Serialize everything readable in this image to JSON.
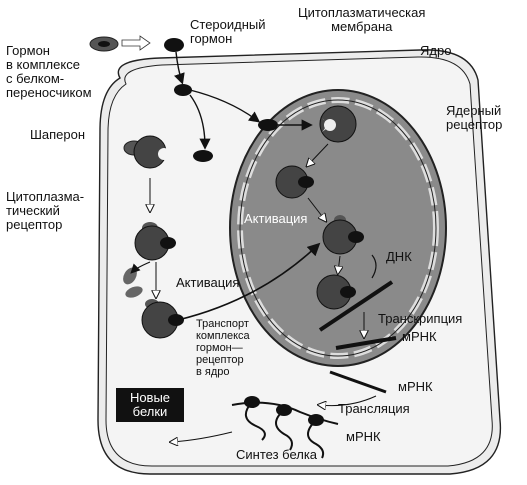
{
  "labels": {
    "hormone_complex": [
      "Гормон",
      "в комплексе",
      "с белком-",
      "переносчиком"
    ],
    "steroid_hormone": [
      "Стероидный",
      "гормон"
    ],
    "cytoplasmic_membrane": [
      "Цитоплазматическая",
      "мембрана"
    ],
    "nucleus": "Ядро",
    "nuclear_receptor": [
      "Ядерный",
      "рецептор"
    ],
    "chaperone": "Шаперон",
    "cytoplasmic_receptor": [
      "Цитоплазма-",
      "тический",
      "рецептор"
    ],
    "activation_nucleus": "Активация",
    "activation_cytoplasm": "Активация",
    "dna": "ДНК",
    "transcription": "Транскрипция",
    "mrna_nuclear": "мРНК",
    "transport": [
      "Транспорт",
      "комплекса",
      "гормон—",
      "рецептор",
      "в ядро"
    ],
    "mrna_cytoplasm": "мРНК",
    "translation": "Трансляция",
    "new_proteins": [
      "Новые",
      "белки"
    ],
    "mrna_ribosome": "мРНК",
    "protein_synthesis": "Синтез белка"
  }
}
